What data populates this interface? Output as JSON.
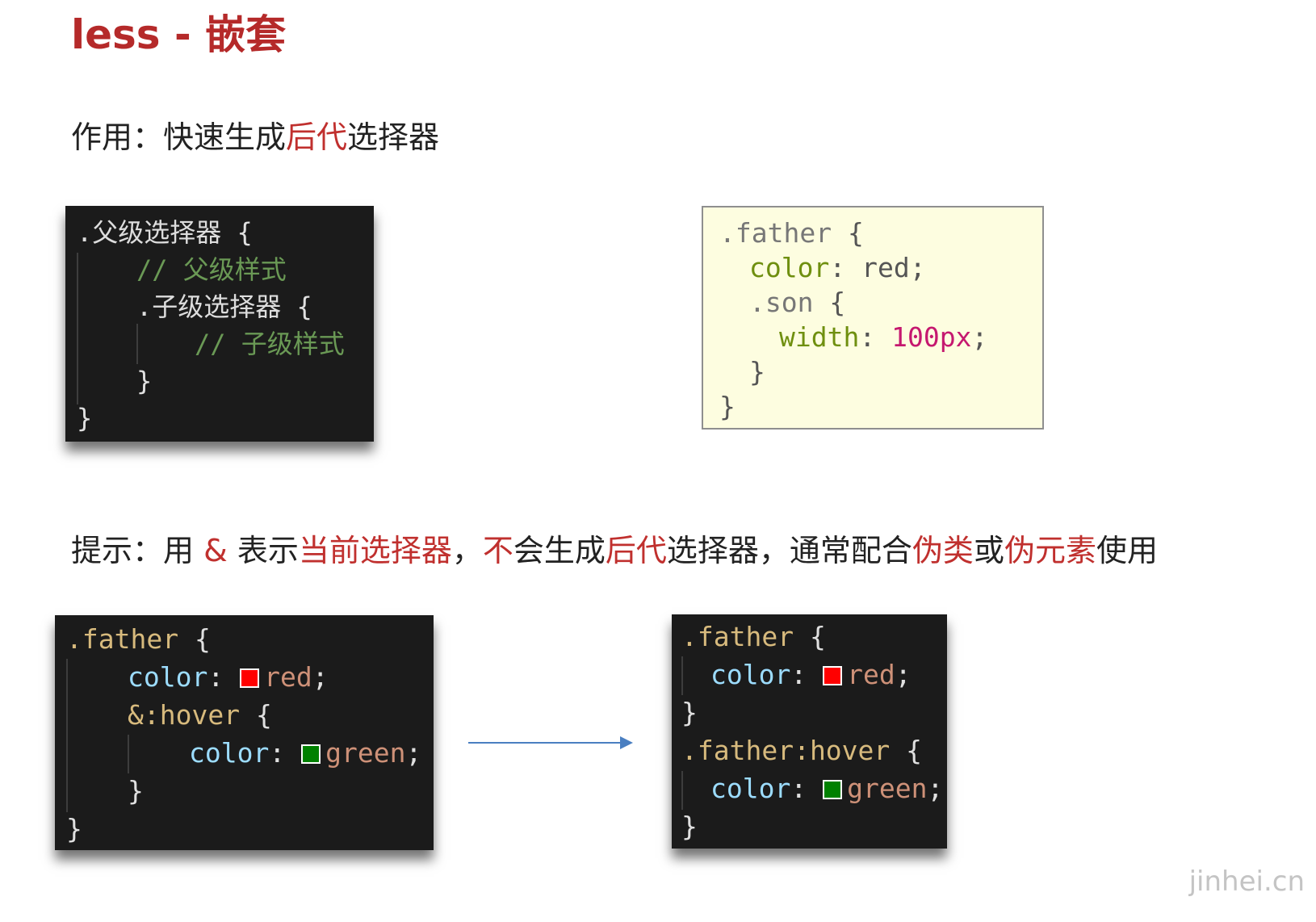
{
  "title": "less - 嵌套",
  "purpose": {
    "prefix": "作用：快速生成",
    "highlight": "后代",
    "suffix": "选择器"
  },
  "tip": {
    "p1": "提示：用 ",
    "amp": "&",
    "p2": " 表示",
    "h1": "当前选择器",
    "p3": "，",
    "h2": "不",
    "p4": "会生成",
    "h3": "后代",
    "p5": "选择器，通常配合",
    "h4": "伪类",
    "p6": "或",
    "h5": "伪元素",
    "p7": "使用"
  },
  "block1": {
    "parent_selector": ".父级选择器",
    "open": " {",
    "parent_comment": "// 父级样式",
    "child_selector": ".子级选择器",
    "child_comment": "// 子级样式",
    "close": "}"
  },
  "block2": {
    "selector": ".father",
    "open": " {",
    "prop1": "color",
    "colon": ":",
    "val1": " red",
    "semi": ";",
    "nested_selector": ".son",
    "prop2": "width",
    "val2": " 100px",
    "close": "}"
  },
  "block3": {
    "selector": ".father",
    "open": " {",
    "prop": "color",
    "colon": ": ",
    "val1": "red",
    "hover_selector": "&:hover",
    "val2": "green",
    "semi": ";",
    "close": "}"
  },
  "block4": {
    "selector1": ".father",
    "selector2": ".father:hover",
    "open": " {",
    "prop": "color",
    "colon": ": ",
    "val1": "red",
    "val2": "green",
    "semi": ";",
    "close": "}"
  },
  "colors": {
    "accent": "#b52a2a",
    "swatch_red": "#ff0000",
    "swatch_green": "#008000",
    "arrow": "#4a7fc1"
  },
  "watermark": "jinhei.cn"
}
